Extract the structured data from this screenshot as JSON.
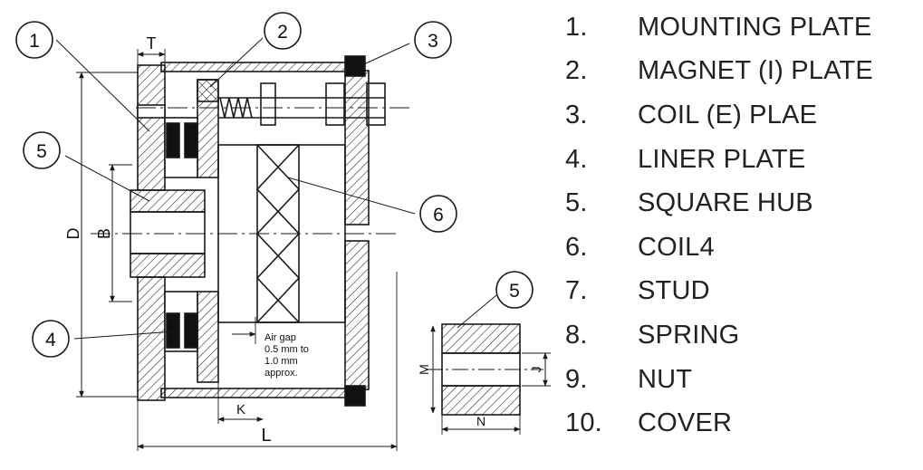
{
  "callouts": [
    "1",
    "2",
    "3",
    "4",
    "5",
    "6",
    "5"
  ],
  "dimensions": {
    "T": "T",
    "D": "D",
    "B": "B",
    "K": "K",
    "L": "L",
    "M": "M",
    "J": "J",
    "N": "N"
  },
  "air_gap_note": [
    "Air gap",
    "0.5 mm to",
    "1.0 mm",
    "approx."
  ],
  "legend": [
    {
      "num": "1.",
      "label": "MOUNTING PLATE"
    },
    {
      "num": "2.",
      "label": "MAGNET (I) PLATE"
    },
    {
      "num": "3.",
      "label": "COIL (E) PLAE"
    },
    {
      "num": "4.",
      "label": "LINER PLATE"
    },
    {
      "num": "5.",
      "label": "SQUARE HUB"
    },
    {
      "num": "6.",
      "label": "COIL4"
    },
    {
      "num": "7.",
      "label": "STUD"
    },
    {
      "num": "8.",
      "label": "SPRING"
    },
    {
      "num": "9.",
      "label": "NUT"
    },
    {
      "num": "10.",
      "label": "COVER"
    }
  ],
  "colors": {
    "line": "#1a1a1a",
    "fill_black": "#111111",
    "background": "#ffffff"
  }
}
